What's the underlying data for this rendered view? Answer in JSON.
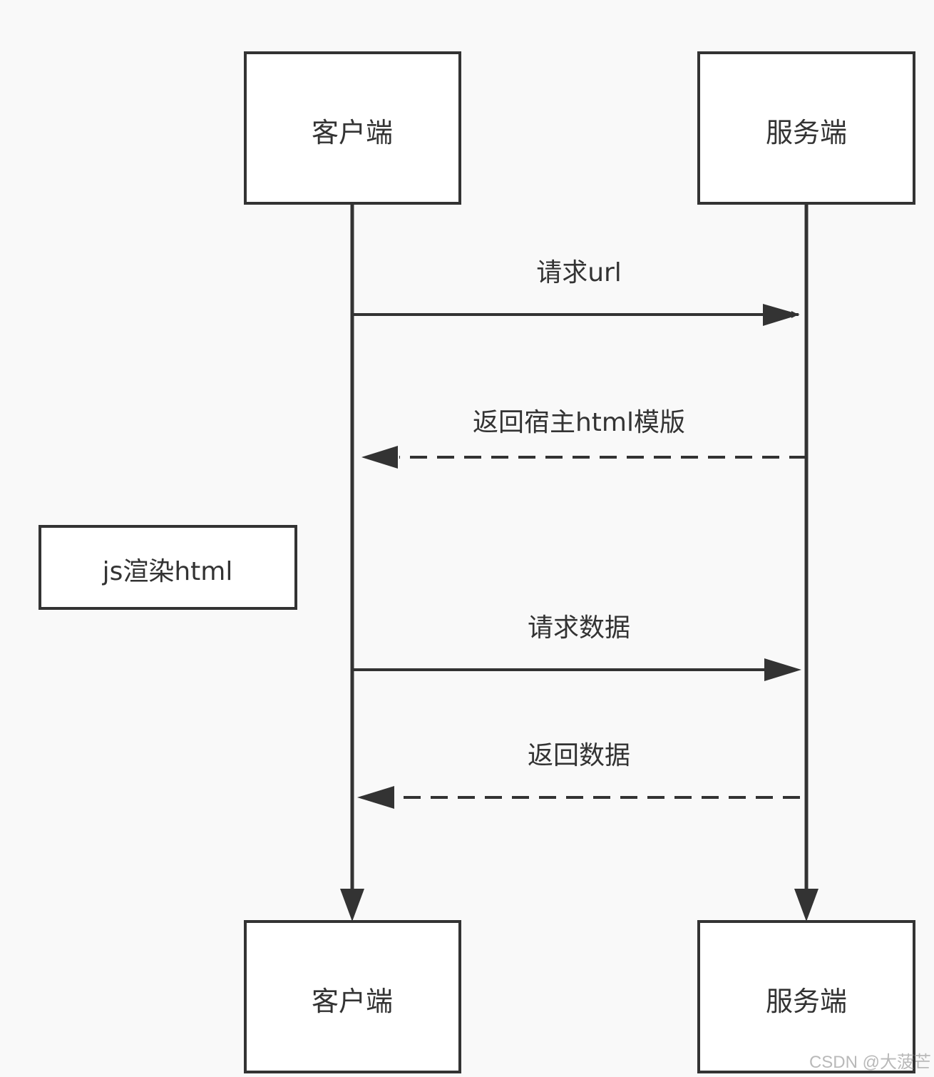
{
  "participants": {
    "client": {
      "label": "客户端"
    },
    "server": {
      "label": "服务端"
    }
  },
  "messages": [
    {
      "label": "请求url",
      "from": "client",
      "to": "server",
      "style": "solid"
    },
    {
      "label": "返回宿主html模版",
      "from": "server",
      "to": "client",
      "style": "dashed"
    },
    {
      "label": "请求数据",
      "from": "client",
      "to": "server",
      "style": "solid"
    },
    {
      "label": "返回数据",
      "from": "server",
      "to": "client",
      "style": "dashed"
    }
  ],
  "note": {
    "label": "js渲染html"
  },
  "watermark": "CSDN @大菠芒",
  "colors": {
    "background": "#f9f9f9",
    "line": "#333333",
    "box_fill": "#ffffff",
    "watermark": "#b9b9b9"
  }
}
